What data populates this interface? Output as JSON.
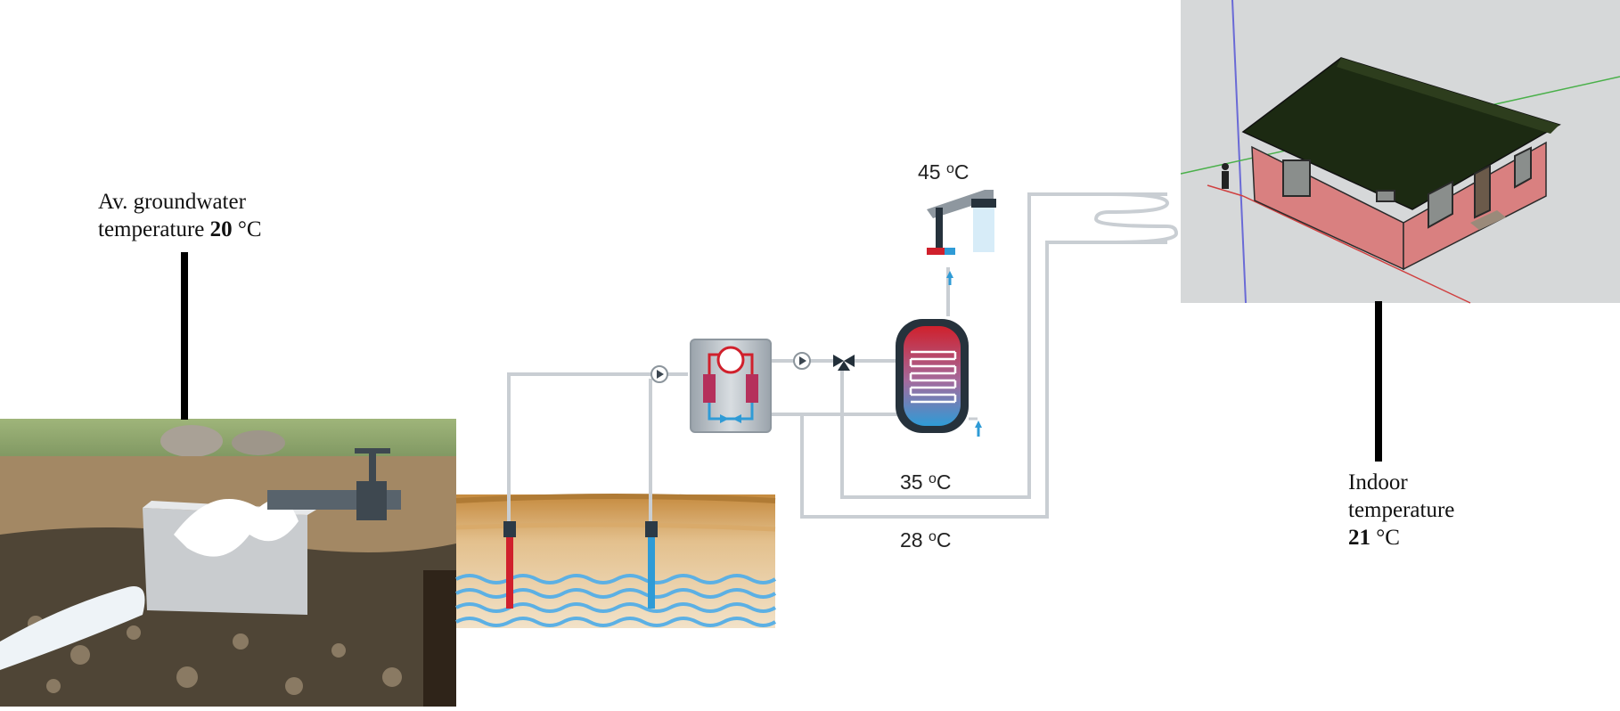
{
  "groundwater_label": {
    "line1": "Av. groundwater",
    "line2_prefix": "temperature",
    "value": "20",
    "unit": "°C"
  },
  "indoor_label": {
    "line1": "Indoor",
    "line2": "temperature",
    "value": "21",
    "unit": "°C"
  },
  "temperatures": {
    "hot_water_value": "45",
    "supply_value": "35",
    "return_value": "28",
    "unit_o": "o",
    "unit_c": "C"
  },
  "colors": {
    "hot": "#d0202c",
    "cold": "#2f9bd6",
    "pipe": "#c9ced3",
    "callout_bar": "#000000",
    "roof": "#1c2a12",
    "wall": "#d98080"
  },
  "icons": [
    "pump-icon",
    "heat-pump-icon",
    "three-way-valve-icon",
    "storage-tank-icon",
    "shower-icon",
    "underfloor-coil-icon",
    "borehole-icon",
    "house-icon"
  ]
}
